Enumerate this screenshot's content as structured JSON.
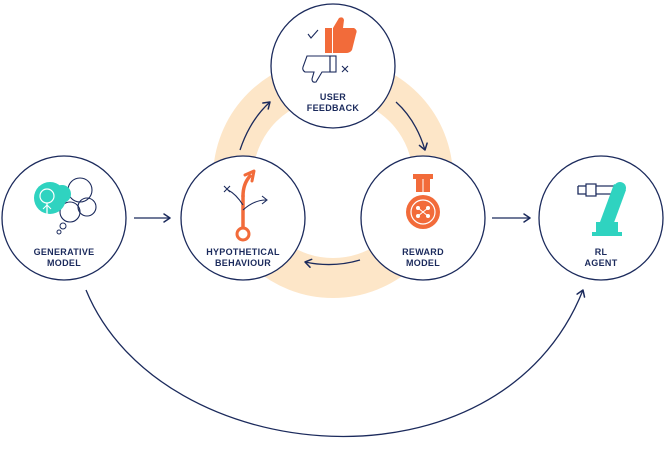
{
  "colors": {
    "navy": "#1b2a5c",
    "orange": "#f26b3a",
    "teal": "#2fd3c0",
    "ring": "#fde6c8",
    "white": "#ffffff"
  },
  "nodes": {
    "generative_model": {
      "line1": "GENERATIVE",
      "line2": "MODEL",
      "icon": "tree-thought-bubble-icon"
    },
    "hypothetical_behaviour": {
      "line1": "HYPOTHETICAL",
      "line2": "BEHAVIOUR",
      "icon": "branching-path-icon"
    },
    "user_feedback": {
      "line1": "USER",
      "line2": "FEEDBACK",
      "icon": "thumbs-up-down-icon"
    },
    "reward_model": {
      "line1": "REWARD",
      "line2": "MODEL",
      "icon": "medal-icon"
    },
    "rl_agent": {
      "line1": "RL",
      "line2": "AGENT",
      "icon": "robot-arm-icon"
    }
  }
}
